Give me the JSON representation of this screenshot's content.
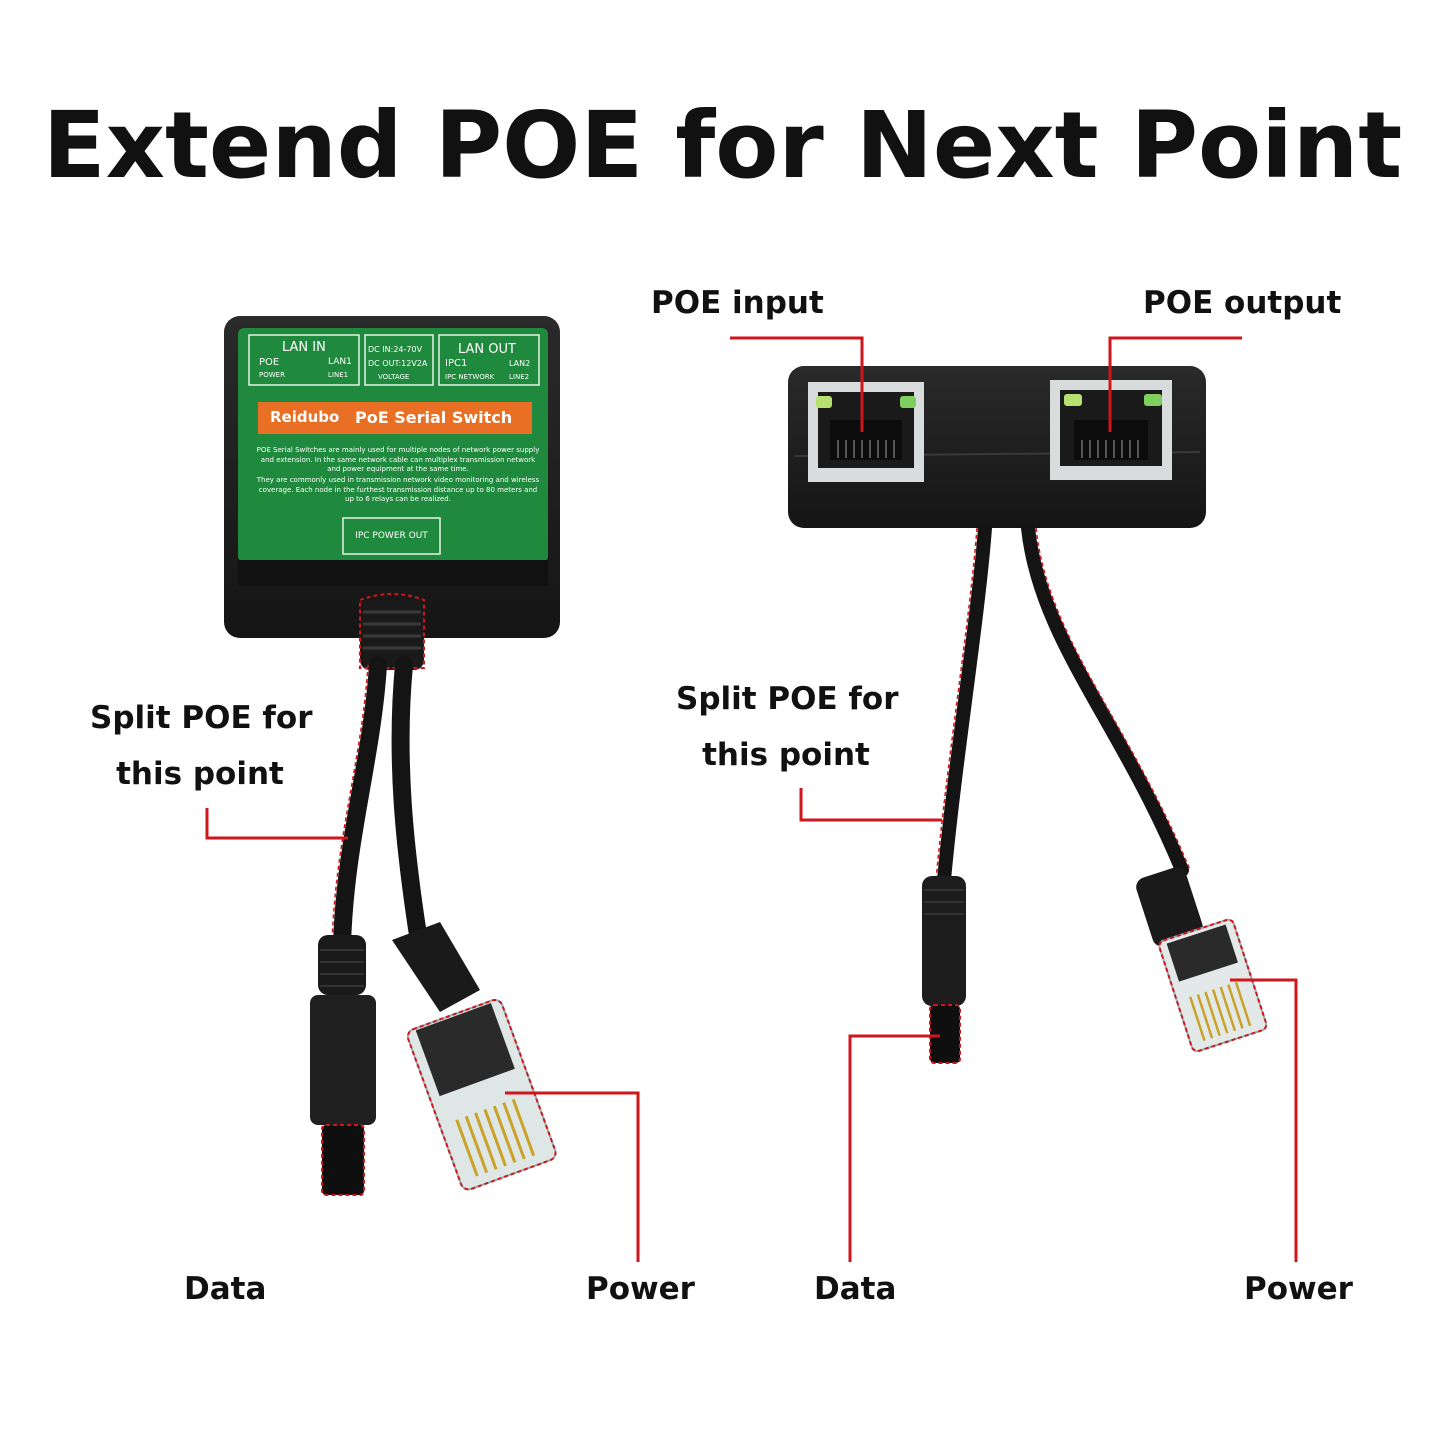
{
  "title": "Extend POE for Next Point",
  "colors": {
    "callout": "#d0151b",
    "sticker": "#1f8a3d",
    "banner": "#e86f24",
    "body": "#1c1c1c"
  },
  "left_device": {
    "sticker": {
      "lan_in": {
        "title": "LAN IN",
        "poe": "POE",
        "lan1": "LAN1",
        "power": "POWER",
        "line1": "LINE1"
      },
      "voltage": {
        "dc_in": "DC IN:24-70V",
        "dc_out": "DC OUT:12V2A",
        "label": "VOLTAGE"
      },
      "lan_out": {
        "title": "LAN OUT",
        "ipc1": "IPC1",
        "lan2": "LAN2",
        "ipc_network": "IPC NETWORK",
        "line2": "LINE2"
      },
      "brand": "Reidubo",
      "product": "PoE Serial Switch",
      "desc1": "POE Serial Switches are mainly used for multiple nodes of network power supply and extension. In the same network cable can multiplex transmission network and power equipment at the same time.",
      "desc2": "They are commonly used in transmission network video monitoring and wireless coverage. Each node in the furthest transmission distance up to 80 meters and up to 6 relays can be realized.",
      "ipc_power_out": "IPC POWER OUT"
    },
    "labels": {
      "split_line1": "Split POE for",
      "split_line2": "this point",
      "data": "Data",
      "power": "Power"
    }
  },
  "right_device": {
    "labels": {
      "poe_input": "POE input",
      "poe_output": "POE output",
      "split_line1": "Split POE for",
      "split_line2": "this point",
      "data": "Data",
      "power": "Power"
    }
  }
}
